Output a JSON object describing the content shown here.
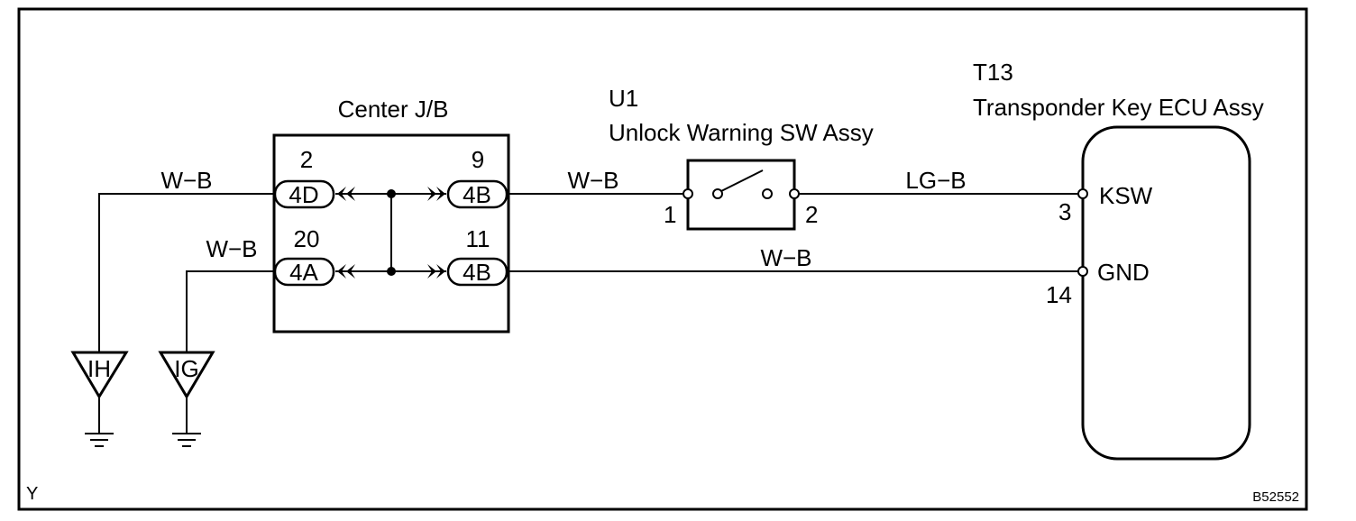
{
  "page_id": "Y",
  "figure_code": "B52552",
  "junction_block": {
    "title": "Center J/B",
    "top_left_pin": "2",
    "top_left_connector": "4D",
    "top_right_pin": "9",
    "top_right_connector": "4B",
    "bottom_left_pin": "20",
    "bottom_left_connector": "4A",
    "bottom_right_pin": "11",
    "bottom_right_connector": "4B"
  },
  "switch": {
    "code": "U1",
    "name": "Unlock Warning SW Assy",
    "pin_left": "1",
    "pin_right": "2"
  },
  "ecu": {
    "code": "T13",
    "name": "Transponder Key ECU Assy",
    "ksw_label": "KSW",
    "ksw_pin": "3",
    "gnd_label": "GND",
    "gnd_pin": "14"
  },
  "wires": {
    "ih_to_jb": "W−B",
    "ig_to_jb": "W−B",
    "jb_to_switch": "W−B",
    "switch_to_ecu": "LG−B",
    "jb_to_ecu_gnd": "W−B"
  },
  "grounds": {
    "ih": "IH",
    "ig": "IG"
  }
}
